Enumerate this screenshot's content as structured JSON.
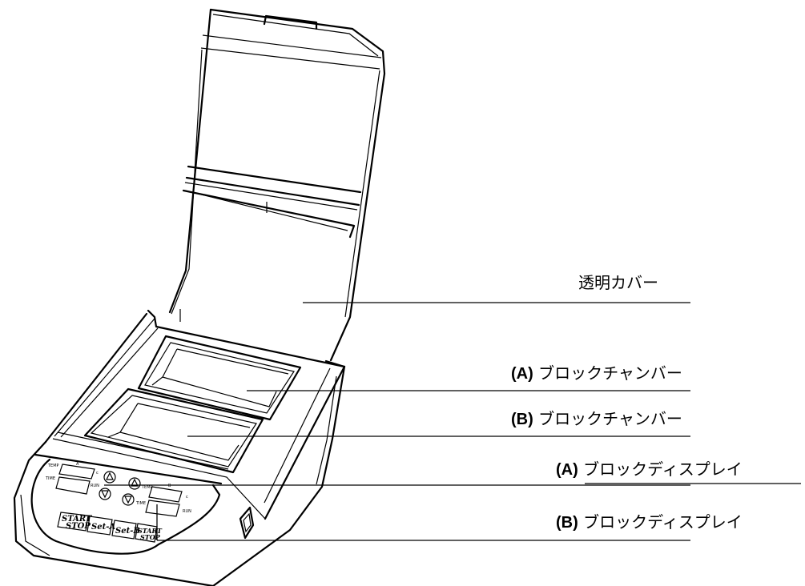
{
  "labels": {
    "cover": "透明カバー",
    "chamber_a_prefix": "(A)",
    "chamber_a_text": "ブロックチャンバー",
    "chamber_b_prefix": "(B)",
    "chamber_b_text": "ブロックチャンバー",
    "display_a_prefix": "(A)",
    "display_a_text": "ブロックディスプレイ",
    "display_b_prefix": "(B)",
    "display_b_text": "ブロックディスプレイ"
  },
  "panel": {
    "display_a_header": "A",
    "display_b_header": "B",
    "temp_label": "TEMP",
    "time_label": "TIME",
    "run_label": "RUN",
    "celsius": "c",
    "start_stop_top": "START",
    "start_stop_bottom": "STOP",
    "set_a": "Set-A",
    "set_b": "Set-B"
  }
}
